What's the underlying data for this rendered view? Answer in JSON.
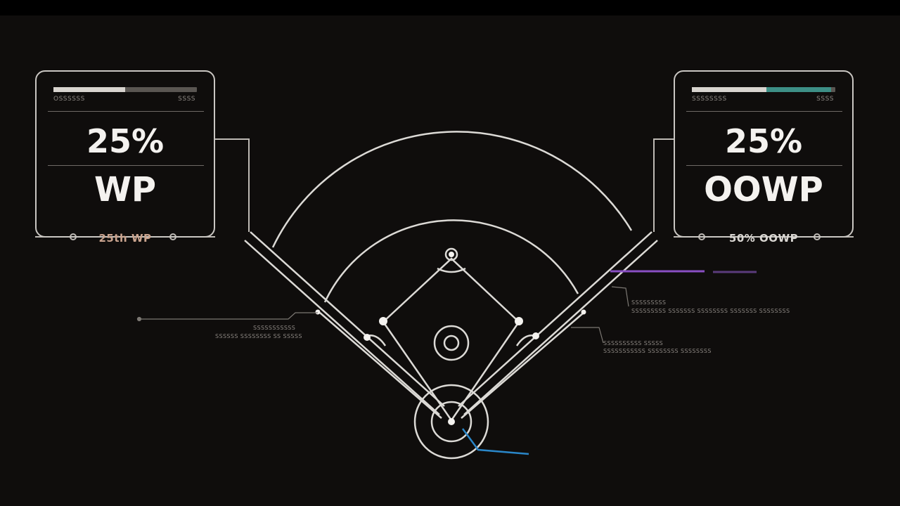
{
  "left_panel": {
    "meter_left_label": "OSSSSSS",
    "meter_right_label": "SSSS",
    "meter_fill": 0.5,
    "stat_value": "25%",
    "stat_name": "WP",
    "footer": "25th WP"
  },
  "right_panel": {
    "meter_left_label": "SSSSSSSS",
    "meter_right_label": "SSSS",
    "meter_fill": 0.52,
    "meter_accent": 0.45,
    "stat_value": "25%",
    "stat_name": "OOWP",
    "footer": "50% OOWP"
  },
  "notes": {
    "left_line1": "SSSSSSSSSSS",
    "left_line2": "SSSSSS SSSSSSSS SS SSSSS",
    "right_upper_line1": "SSSSSSSSS",
    "right_upper_line2": "SSSSSSSSS SSSSSSS SSSSSSSS SSSSSSS SSSSSSSS",
    "right_lower_line1": "SSSSSSSSSS SSSSS",
    "right_lower_line2": "SSSSSSSSSSS SSSSSSSS SSSSSSSS"
  },
  "colors": {
    "background": "#0f0d0c",
    "line": "#dcdad6",
    "accent_purple": "#8a4fc4",
    "accent_blue": "#2a86c8",
    "accent_teal": "#3d8f86"
  }
}
